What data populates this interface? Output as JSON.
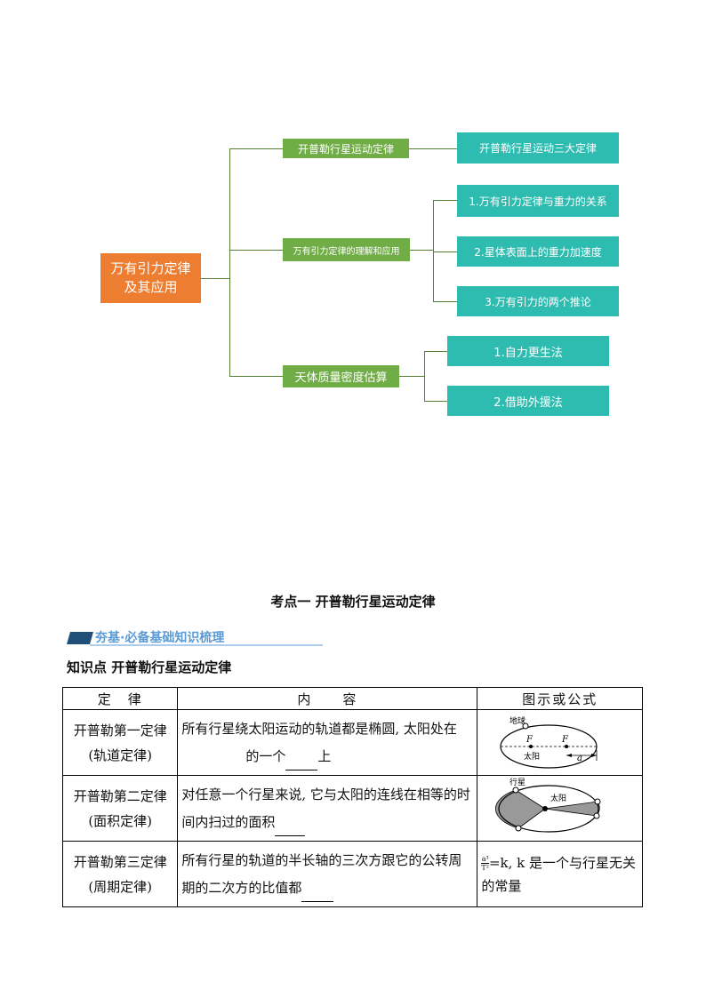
{
  "mindmap": {
    "root": "万有引力定律及其应用",
    "branches": [
      {
        "label": "开普勒行星运动定律",
        "children": [
          "开普勒行星运动三大定律"
        ]
      },
      {
        "label": "万有引力定律的理解和应用",
        "children": [
          "1.万有引力定律与重力的关系",
          "2.星体表面上的重力加速度",
          "3.万有引力的两个推论"
        ]
      },
      {
        "label": "天体质量密度估算",
        "children": [
          "1.自力更生法",
          "2.借助外援法"
        ]
      }
    ],
    "colors": {
      "root": "#ed7d31",
      "branch": "#70ad47",
      "leaf": "#2fbcb0",
      "line": "#538135"
    }
  },
  "section_title": "考点一  开普勒行星运动定律",
  "banner": "夯基·必备基础知识梳理",
  "knowledge_point": "知识点  开普勒行星运动定律",
  "table": {
    "headers": [
      "定　律",
      "内　　容",
      "图示或公式"
    ],
    "rows": [
      {
        "law": "开普勒第一定律(轨道定律)",
        "content_a": "所有行星绕太阳运动的轨道都是椭圆, 太阳处在",
        "content_b": "的一个",
        "content_c": "上"
      },
      {
        "law": "开普勒第二定律(面积定律)",
        "content_a": "对任意一个行星来说, 它与太阳的连线在相等的时间内扫过的面积"
      },
      {
        "law": "开普勒第三定律(周期定律)",
        "content_a": "所有行星的轨道的半长轴的三次方跟它的公转周期的二次方的比值都"
      }
    ],
    "fig1": {
      "earth": "地球",
      "f": "F",
      "sun": "太阳",
      "a": "a"
    },
    "fig2": {
      "planet": "行星",
      "sun": "太阳"
    },
    "formula": {
      "num": "a³",
      "den": "T²",
      "rest": "=k, k 是一个与行星无关的常量"
    }
  }
}
